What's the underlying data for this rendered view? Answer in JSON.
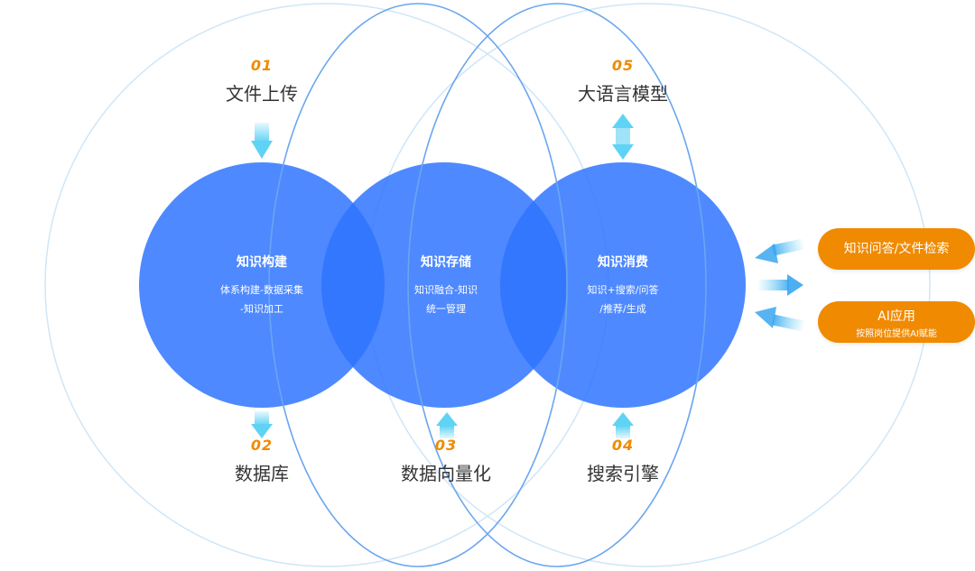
{
  "steps": [
    {
      "num": "01",
      "label": "文件上传"
    },
    {
      "num": "02",
      "label": "数据库"
    },
    {
      "num": "03",
      "label": "数据向量化"
    },
    {
      "num": "04",
      "label": "搜索引擎"
    },
    {
      "num": "05",
      "label": "大语言模型"
    }
  ],
  "circles": [
    {
      "title": "知识构建",
      "desc_line1": "体系构建-数据采集",
      "desc_line2": "-知识加工"
    },
    {
      "title": "知识存储",
      "desc_line1": "知识融合-知识",
      "desc_line2": "统一管理"
    },
    {
      "title": "知识消费",
      "desc_line1": "知识+搜索/问答",
      "desc_line2": "/推荐/生成"
    }
  ],
  "outputs": [
    {
      "label": "知识问答/文件检索"
    },
    {
      "label": "AI应用",
      "sublabel": "按照岗位提供AI赋能"
    }
  ],
  "colors": {
    "circle_fill": "#2f74ff",
    "accent_orange": "#f08a00",
    "arrow_cyan": "#5fd3f5",
    "outer_ring": "#6aa6f0"
  }
}
